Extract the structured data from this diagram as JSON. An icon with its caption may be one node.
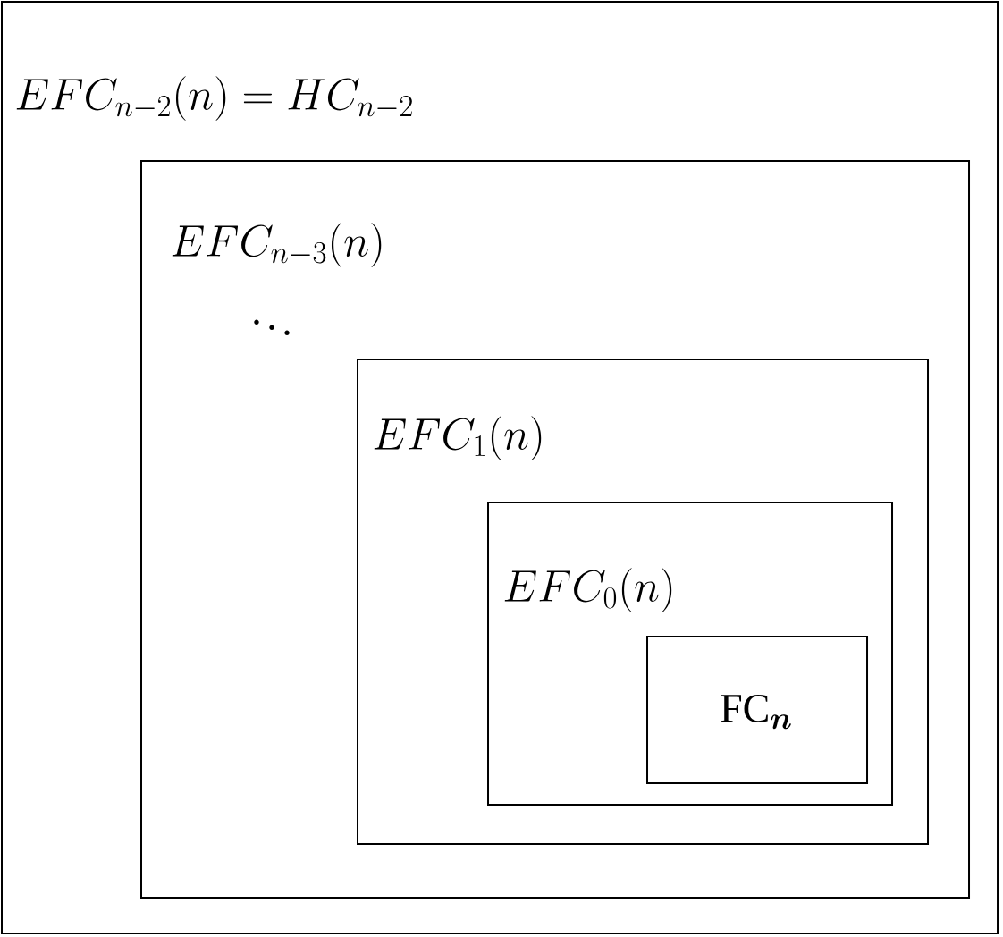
{
  "diagram": {
    "nodes": [
      {
        "text": [
          "EFC_{n-2}(n) = HC_{n-2}"
        ]
      },
      {
        "text": [
          "EFC_{n-3}(n)"
        ],
        "in": 0
      },
      {
        "text": [
          "EFC_{1}(n)"
        ],
        "in": 1
      },
      {
        "text": [
          "EFC_{0}(n)"
        ],
        "in": 2
      },
      {
        "text": [
          "\\mathrm{FC}_{\\boldsymbol{n}}"
        ],
        "in": 3
      }
    ],
    "labels": [
      "\\ddots"
    ]
  }
}
